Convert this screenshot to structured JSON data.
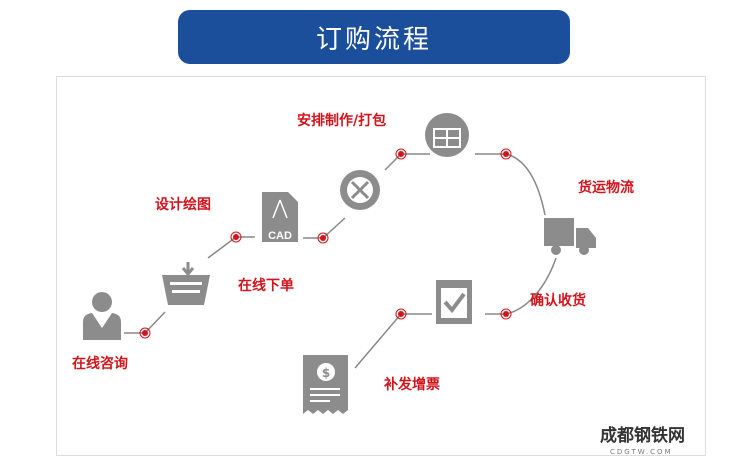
{
  "title": "订购流程",
  "steps": [
    "在线咨询",
    "在线下单",
    "设计绘图",
    "安排制作/打包",
    "货运物流",
    "确认收货",
    "补发增票"
  ],
  "cad_label": "CAD",
  "logo": {
    "text": "成都钢铁网",
    "sub": "CDGTW.COM"
  },
  "colors": {
    "banner": "#1b4f9b",
    "accent": "#d4141c",
    "icon": "#8c8c8c"
  }
}
